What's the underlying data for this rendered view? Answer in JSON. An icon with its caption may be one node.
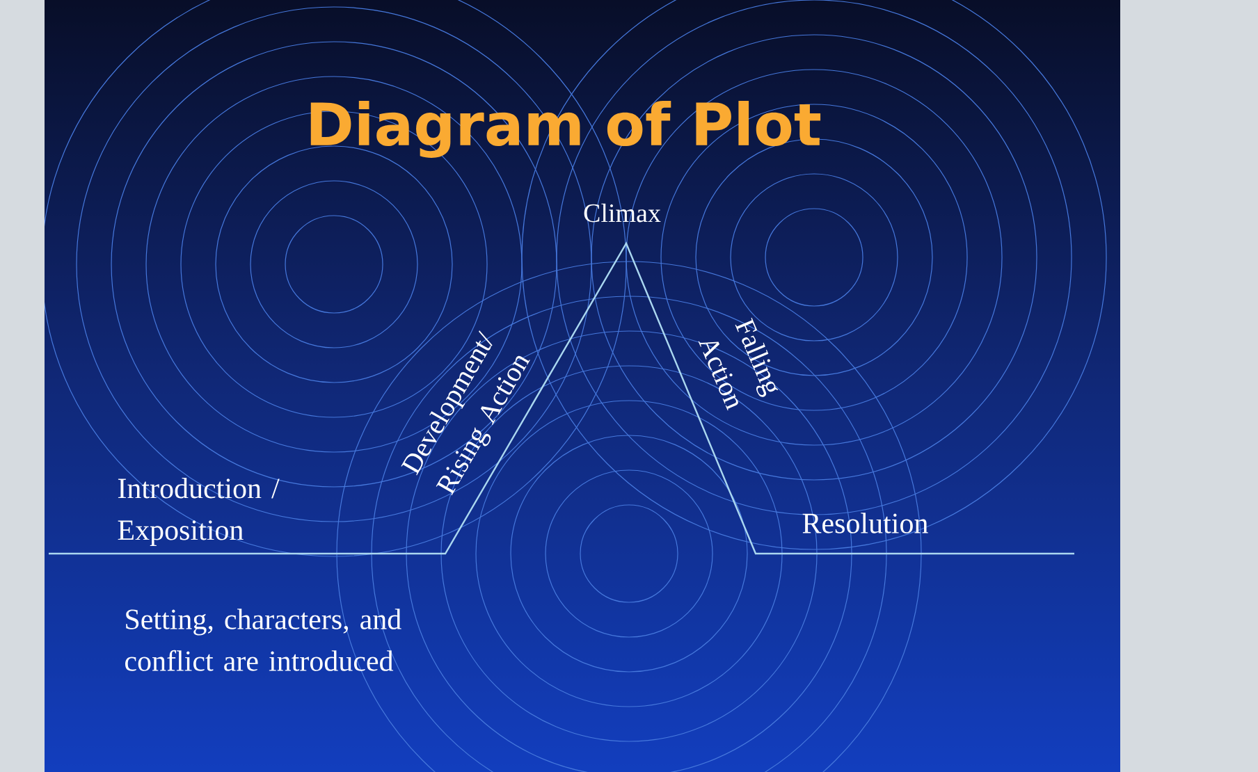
{
  "diagram": {
    "title": "Diagram of Plot",
    "labels": [
      "Climax",
      "Development/ Rising Action",
      "Falling Action",
      "Introduction / Exposition",
      "Resolution",
      "Setting, characters, and conflict are introduced"
    ]
  }
}
